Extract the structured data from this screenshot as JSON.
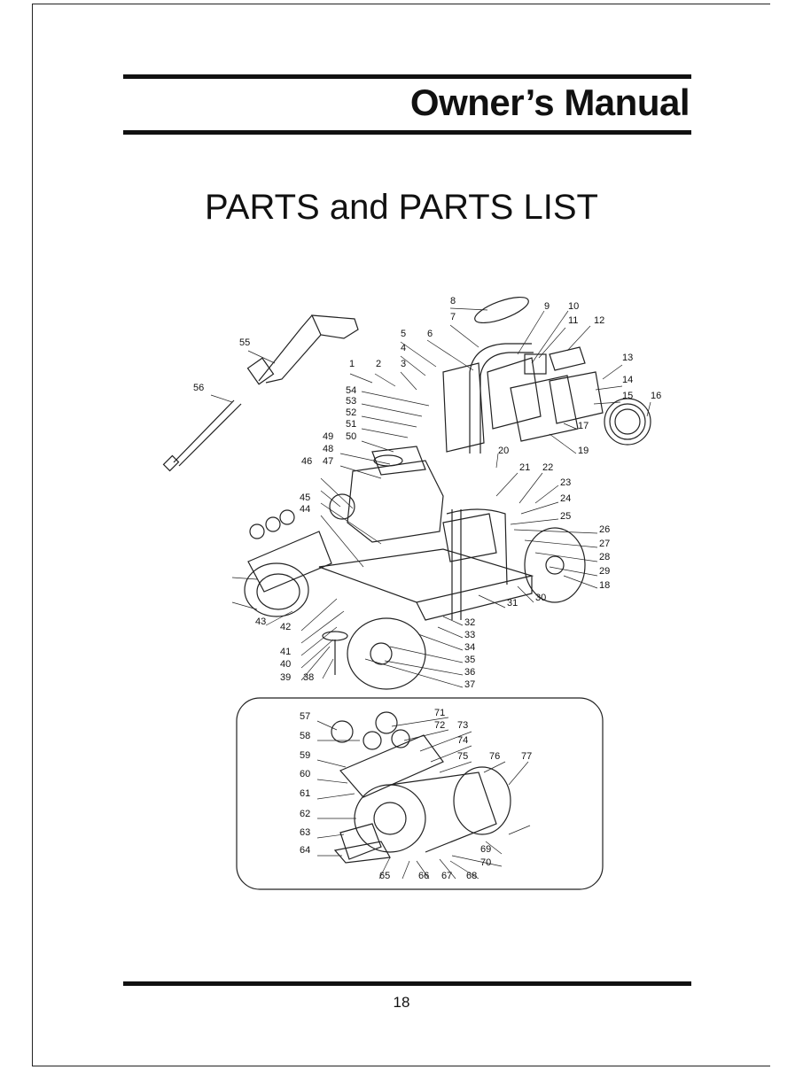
{
  "header": {
    "title": "Owner’s Manual"
  },
  "section": {
    "title": "PARTS and PARTS LIST"
  },
  "footer": {
    "page_number": "18"
  },
  "diagram": {
    "callouts": [
      "1",
      "2",
      "3",
      "4",
      "5",
      "6",
      "7",
      "8",
      "9",
      "10",
      "11",
      "12",
      "13",
      "14",
      "15",
      "16",
      "17",
      "18",
      "19",
      "20",
      "21",
      "22",
      "23",
      "24",
      "25",
      "26",
      "27",
      "28",
      "29",
      "30",
      "31",
      "32",
      "33",
      "34",
      "35",
      "36",
      "37",
      "38",
      "39",
      "40",
      "41",
      "42",
      "43",
      "44",
      "45",
      "46",
      "47",
      "48",
      "49",
      "50",
      "51",
      "52",
      "53",
      "54",
      "55",
      "56",
      "57",
      "58",
      "59",
      "60",
      "61",
      "62",
      "63",
      "64",
      "65",
      "66",
      "67",
      "68",
      "69",
      "70",
      "71",
      "72",
      "73",
      "74",
      "75",
      "76",
      "77"
    ]
  }
}
